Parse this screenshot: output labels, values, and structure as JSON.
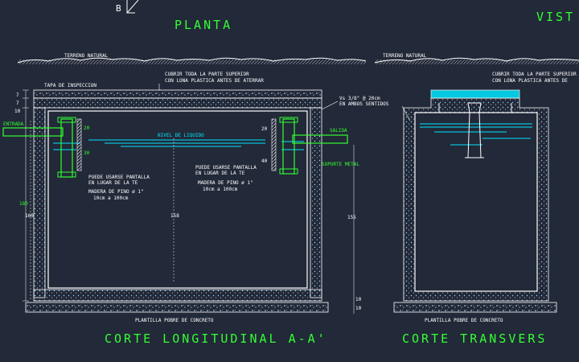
{
  "colors": {
    "background": "#222938",
    "line": "#ffffff",
    "water": "#00e5ff",
    "pipe": "#33ff33",
    "hatch": "#9fd9ff"
  },
  "top": {
    "section_marker": "B",
    "planta": "PLANTA",
    "vista": "VIST"
  },
  "longitudinal": {
    "terreno": "TERRENO NATURAL",
    "cubrir_1": "CUBRIR TODA LA PARTE SUPERIOR",
    "cubrir_2": "CON LONA PLASTICA ANTES DE ATERRAR",
    "tapa": "TAPA DE INSPECCION",
    "entrada": "ENTRADA",
    "salida": "SALIDA",
    "nivel": "NIVEL DE LIQUIDO",
    "rebar_1": "Vs 3/8\" @ 20cm",
    "rebar_2": "EN AMBOS SENTIDOS",
    "soporte": "SOPORTE METAL",
    "pantalla_left_1": "PUEDE USARSE PANTALLA",
    "pantalla_left_2": "EN LUGAR DE LA TE",
    "madera_left_1": "MADERA DE PINO ø 1\"",
    "madera_left_2": "10cm a 100cm",
    "pantalla_right_1": "PUEDE USARSE PANTALLA",
    "pantalla_right_2": "EN LUGAR DE LA TE",
    "madera_right_1": "MADERA DE PINO ø 1\"",
    "madera_right_2": "10cm a 100cm",
    "plantilla": "PLANTILLA POBRE DE CONCRETO",
    "dims_left": [
      "7",
      "7",
      "10",
      "180",
      "160"
    ],
    "dims_pipe_left": [
      "20",
      "30"
    ],
    "dims_pipe_right": [
      "20",
      "40"
    ],
    "dim_center": "158",
    "dim_right": "155",
    "dims_bottom_right": [
      "10",
      "10"
    ],
    "title": "CORTE LONGITUDINAL A-A'"
  },
  "transversal": {
    "terreno": "TERRENO NATURAL",
    "cubrir_1": "CUBRIR TODA LA PARTE SUPERIOR",
    "cubrir_2": "CON LONA PLASTICA ANTES DE",
    "plantilla": "PLANTILLA POBRE DE CONCRETO",
    "title": "CORTE TRANSVERS"
  }
}
